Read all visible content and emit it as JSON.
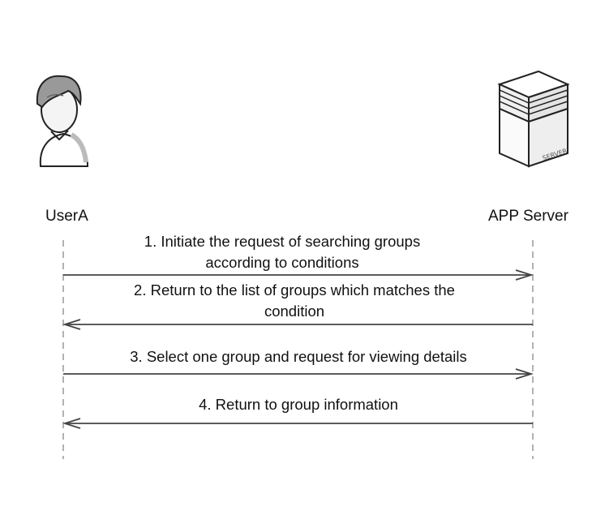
{
  "participants": {
    "user": {
      "name": "UserA",
      "icon": "user-avatar-icon"
    },
    "server": {
      "name": "APP Server",
      "icon": "server-icon",
      "icon_text": "SERVER"
    }
  },
  "messages": [
    {
      "line1": "1. Initiate the request of searching groups",
      "line2": "according to conditions",
      "direction": "user-to-server"
    },
    {
      "line1": "2. Return to the list of groups which matches the",
      "line2": "condition",
      "direction": "server-to-user"
    },
    {
      "line1": "3. Select one group and request for viewing details",
      "direction": "user-to-server"
    },
    {
      "line1": "4. Return to group information",
      "direction": "server-to-user"
    }
  ],
  "colors": {
    "line": "#444444",
    "lifeline": "#999999"
  }
}
